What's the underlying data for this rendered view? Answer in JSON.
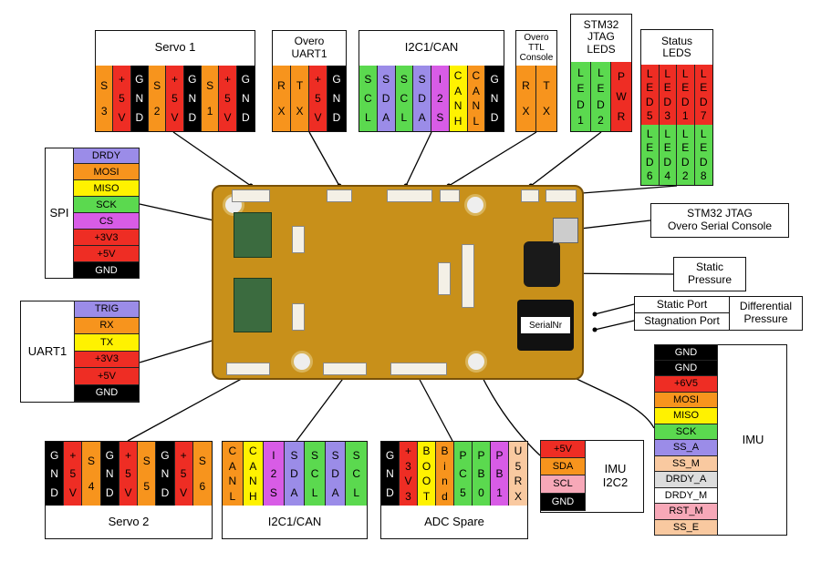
{
  "colors": {
    "orange": "#f7941d",
    "red": "#ee2d24",
    "black": "#000000",
    "green": "#5bd94f",
    "yellow": "#fff200",
    "purple": "#9b8ce8",
    "magenta": "#d85ce6",
    "cyan": "#56c4c4",
    "light_gray": "#dddddd",
    "white": "#ffffff",
    "pink": "#f7a8b8",
    "peach": "#f9c9a0",
    "board": "#c8901a"
  },
  "top": {
    "servo1": {
      "title": "Servo 1",
      "pins": [
        {
          "t": "S3",
          "c": "orange"
        },
        {
          "t": "+5V",
          "c": "red"
        },
        {
          "t": "GND",
          "c": "black"
        },
        {
          "t": "S2",
          "c": "orange"
        },
        {
          "t": "+5V",
          "c": "red"
        },
        {
          "t": "GND",
          "c": "black"
        },
        {
          "t": "S1",
          "c": "orange"
        },
        {
          "t": "+5V",
          "c": "red"
        },
        {
          "t": "GND",
          "c": "black"
        }
      ]
    },
    "uart1": {
      "title": "Overo\nUART1",
      "pins": [
        {
          "t": "RX",
          "c": "orange"
        },
        {
          "t": "TX",
          "c": "orange"
        },
        {
          "t": "+5V",
          "c": "red"
        },
        {
          "t": "GND",
          "c": "black"
        }
      ]
    },
    "i2c_can": {
      "title": "I2C1/CAN",
      "pins": [
        {
          "t": "SCL",
          "c": "green"
        },
        {
          "t": "SDA",
          "c": "purple"
        },
        {
          "t": "SCL",
          "c": "green"
        },
        {
          "t": "SDA",
          "c": "purple"
        },
        {
          "t": "I2S",
          "c": "magenta"
        },
        {
          "t": "CANH",
          "c": "yellow"
        },
        {
          "t": "CANL",
          "c": "orange"
        },
        {
          "t": "GND",
          "c": "black"
        }
      ]
    },
    "ttl": {
      "title": "Overo\nTTL\nConsole",
      "pins": [
        {
          "t": "RX",
          "c": "orange"
        },
        {
          "t": "TX",
          "c": "orange"
        }
      ]
    },
    "jtag": {
      "title": "STM32\nJTAG\nLEDS",
      "pins": [
        {
          "t": "LED1",
          "c": "green"
        },
        {
          "t": "LED2",
          "c": "green"
        },
        {
          "t": "PWR",
          "c": "red"
        }
      ]
    },
    "status": {
      "title": "Status\nLEDS",
      "row1": [
        {
          "t": "LED5",
          "c": "red"
        },
        {
          "t": "LED3",
          "c": "red"
        },
        {
          "t": "LED1",
          "c": "red"
        },
        {
          "t": "LED7",
          "c": "red"
        }
      ],
      "row2": [
        {
          "t": "LED6",
          "c": "green"
        },
        {
          "t": "LED4",
          "c": "green"
        },
        {
          "t": "LED2",
          "c": "green"
        },
        {
          "t": "LED8",
          "c": "green"
        }
      ]
    }
  },
  "left": {
    "spi": {
      "title": "SPI",
      "pins": [
        {
          "t": "DRDY",
          "c": "purple"
        },
        {
          "t": "MOSI",
          "c": "orange"
        },
        {
          "t": "MISO",
          "c": "yellow"
        },
        {
          "t": "SCK",
          "c": "green"
        },
        {
          "t": "CS",
          "c": "magenta"
        },
        {
          "t": "+3V3",
          "c": "red"
        },
        {
          "t": "+5V",
          "c": "red"
        },
        {
          "t": "GND",
          "c": "black"
        }
      ]
    },
    "uart1": {
      "title": "UART1",
      "pins": [
        {
          "t": "TRIG",
          "c": "purple"
        },
        {
          "t": "RX",
          "c": "orange"
        },
        {
          "t": "TX",
          "c": "yellow"
        },
        {
          "t": "+3V3",
          "c": "red"
        },
        {
          "t": "+5V",
          "c": "red"
        },
        {
          "t": "GND",
          "c": "black"
        }
      ]
    }
  },
  "right": {
    "jtag_console": "STM32 JTAG\nOvero Serial Console",
    "static_pressure": "Static\nPressure",
    "static_port": "Static Port",
    "stagnation_port": "Stagnation Port",
    "differential": "Differential\nPressure",
    "serial_label": "SerialNr",
    "imu": {
      "title": "IMU",
      "pins": [
        {
          "t": "GND",
          "c": "black"
        },
        {
          "t": "GND",
          "c": "black"
        },
        {
          "t": "+6V5",
          "c": "red"
        },
        {
          "t": "MOSI",
          "c": "orange"
        },
        {
          "t": "MISO",
          "c": "yellow"
        },
        {
          "t": "SCK",
          "c": "green"
        },
        {
          "t": "SS_A",
          "c": "purple"
        },
        {
          "t": "SS_M",
          "c": "peach"
        },
        {
          "t": "DRDY_A",
          "c": "light_gray"
        },
        {
          "t": "DRDY_M",
          "c": "white"
        },
        {
          "t": "RST_M",
          "c": "pink"
        },
        {
          "t": "SS_E",
          "c": "peach"
        }
      ]
    },
    "imu_i2c2": {
      "title": "IMU\nI2C2",
      "pins": [
        {
          "t": "+5V",
          "c": "red"
        },
        {
          "t": "SDA",
          "c": "orange"
        },
        {
          "t": "SCL",
          "c": "pink"
        },
        {
          "t": "GND",
          "c": "black"
        }
      ]
    }
  },
  "bottom": {
    "servo2": {
      "title": "Servo 2",
      "pins": [
        {
          "t": "GND",
          "c": "black"
        },
        {
          "t": "+5V",
          "c": "red"
        },
        {
          "t": "S4",
          "c": "orange"
        },
        {
          "t": "GND",
          "c": "black"
        },
        {
          "t": "+5V",
          "c": "red"
        },
        {
          "t": "S5",
          "c": "orange"
        },
        {
          "t": "GND",
          "c": "black"
        },
        {
          "t": "+5V",
          "c": "red"
        },
        {
          "t": "S6",
          "c": "orange"
        }
      ]
    },
    "i2c_can": {
      "title": "I2C1/CAN",
      "pins": [
        {
          "t": "CANL",
          "c": "orange"
        },
        {
          "t": "CANH",
          "c": "yellow"
        },
        {
          "t": "I2S",
          "c": "magenta"
        },
        {
          "t": "SDA",
          "c": "purple"
        },
        {
          "t": "SCL",
          "c": "green"
        },
        {
          "t": "SDA",
          "c": "purple"
        },
        {
          "t": "SCL",
          "c": "green"
        }
      ]
    },
    "adc": {
      "title": "ADC Spare",
      "pins": [
        {
          "t": "GND",
          "c": "black"
        },
        {
          "t": "+3V3",
          "c": "red"
        },
        {
          "t": "BOOT",
          "c": "yellow"
        },
        {
          "t": "Bind",
          "c": "orange"
        },
        {
          "t": "PC5",
          "c": "green"
        },
        {
          "t": "PB0",
          "c": "green"
        },
        {
          "t": "PB1",
          "c": "magenta"
        },
        {
          "t": "U5RX",
          "c": "peach"
        }
      ]
    }
  }
}
